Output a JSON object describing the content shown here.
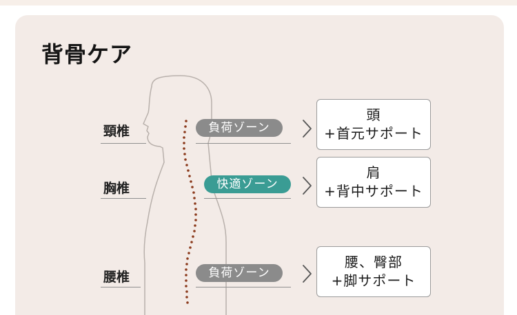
{
  "title": "背骨ケア",
  "sections": [
    {
      "label": "頸椎",
      "zone": "負荷ゾーン",
      "zone_color": "#8b8b8b",
      "support_line1": "頭",
      "support_line2": "+首元サポート"
    },
    {
      "label": "胸椎",
      "zone": "快適ゾーン",
      "zone_color": "#3a9c94",
      "support_line1": "肩",
      "support_line2": "+背中サポート"
    },
    {
      "label": "腰椎",
      "zone": "負荷ゾーン",
      "zone_color": "#8b8b8b",
      "support_line1": "腰、臀部",
      "support_line2": "+脚サポート"
    }
  ],
  "colors": {
    "background": "#f3ebe7",
    "spine_dots": "#8b3a1c",
    "outline": "#b8b0ab"
  },
  "icons": {
    "chevron": "chevron-right-icon"
  }
}
